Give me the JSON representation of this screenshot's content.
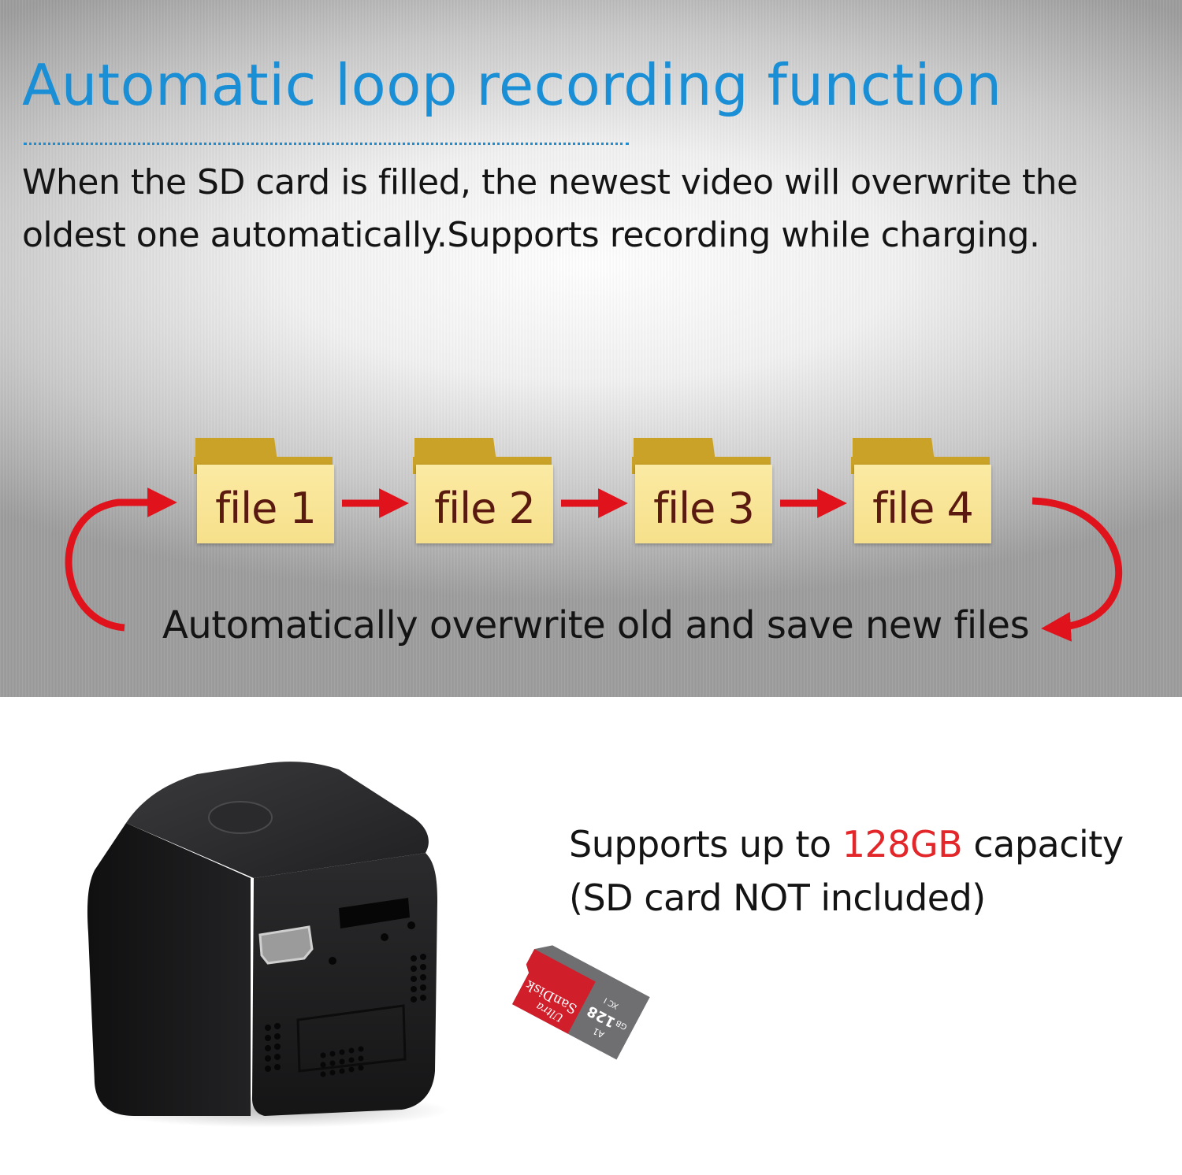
{
  "header": {
    "title": "Automatic loop recording function",
    "description": "When the SD card is filled, the newest video will overwrite the oldest one automatically.Supports recording while charging."
  },
  "loop_diagram": {
    "files": [
      "file 1",
      "file 2",
      "file 3",
      "file 4"
    ],
    "caption": "Automatically overwrite old and save new files",
    "arrow_color": "#e0121b",
    "folder_color": "#f6e08b"
  },
  "storage": {
    "prefix": "Supports up to ",
    "highlight": "128GB",
    "suffix": " capacity",
    "note": "(SD card NOT included)",
    "highlight_color": "#e3262a"
  },
  "sd_card": {
    "brand": "SanDisk",
    "line": "Ultra",
    "capacity_label": "128",
    "capacity_unit": "GB",
    "badges": "A1",
    "class_label": "XC I"
  },
  "colors": {
    "title_blue": "#1a8fd6",
    "text_dark": "#141414"
  }
}
